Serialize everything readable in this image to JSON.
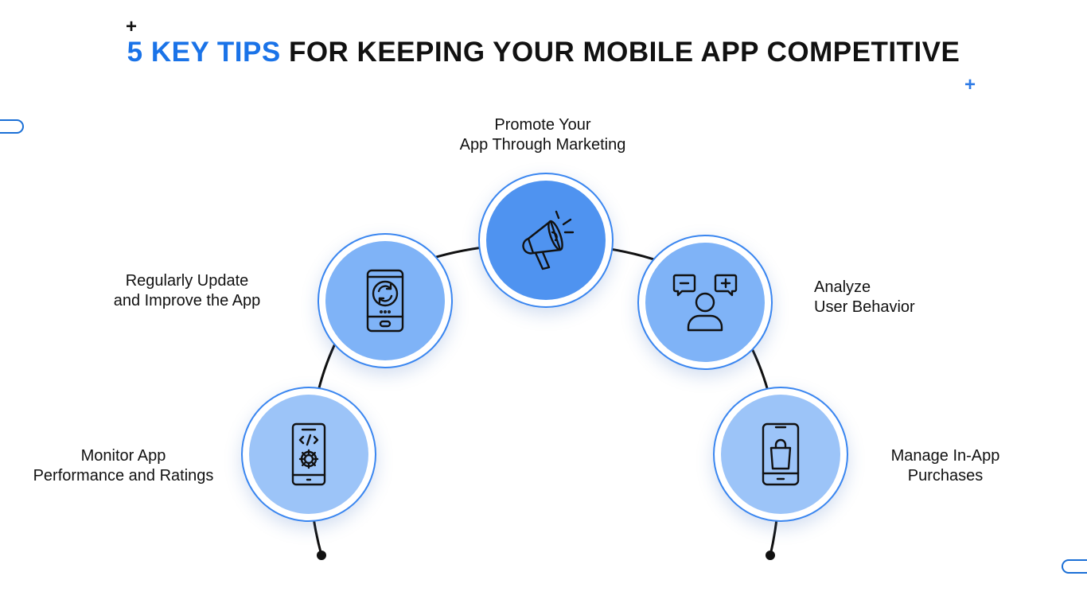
{
  "title": {
    "highlight": "5 KEY TIPS",
    "rest": "FOR KEEPING YOUR MOBILE APP COMPETITIVE"
  },
  "colors": {
    "accent": "#1a73e8",
    "node_fill_primary": "#4f93f0",
    "node_fill_secondary": "#7fb3f7",
    "node_fill_tertiary": "#9cc4f8",
    "ring": "#3a86f0",
    "line": "#111111"
  },
  "tips": [
    {
      "id": "monitor",
      "icon": "phone-code-gear-icon",
      "lines": [
        "Monitor App",
        "Performance and Ratings"
      ]
    },
    {
      "id": "update",
      "icon": "phone-refresh-icon",
      "lines": [
        "Regularly Update",
        "and Improve the App"
      ]
    },
    {
      "id": "promote",
      "icon": "megaphone-icon",
      "lines": [
        "Promote Your",
        "App Through Marketing"
      ]
    },
    {
      "id": "analyze",
      "icon": "user-feedback-icon",
      "lines": [
        "Analyze",
        "User Behavior"
      ]
    },
    {
      "id": "purchases",
      "icon": "phone-shopping-bag-icon",
      "lines": [
        "Manage In-App",
        "Purchases"
      ]
    }
  ]
}
